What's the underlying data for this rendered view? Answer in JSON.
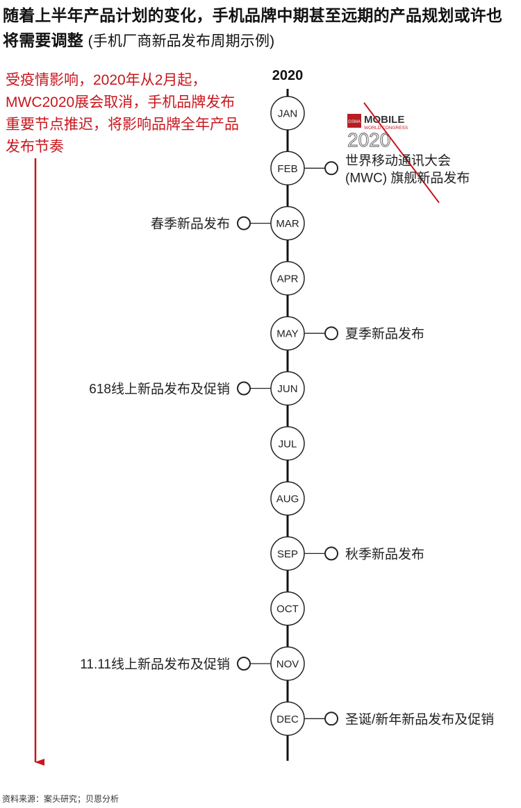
{
  "title": {
    "main": "随着上半年产品计划的变化，手机品牌中期甚至远期的产品规划或许也将需要调整",
    "sub": "(手机厂商新品发布周期示例)"
  },
  "note": "受疫情影响，2020年从2月起，MWC2020展会取消，手机品牌发布重要节点推迟，将影响品牌全年产品发布节奏",
  "year": "2020",
  "mwc_logo": {
    "line1": "MOBILE",
    "line2": "WORLD CONGRESS",
    "line3": "2020",
    "badge": "GSMA",
    "crossed_out": true
  },
  "months": [
    "JAN",
    "FEB",
    "MAR",
    "APR",
    "MAY",
    "JUN",
    "JUL",
    "AUG",
    "SEP",
    "OCT",
    "NOV",
    "DEC"
  ],
  "events": [
    {
      "month": "FEB",
      "side": "right",
      "lines": [
        "世界移动通讯大会",
        "(MWC) 旗舰新品发布"
      ]
    },
    {
      "month": "MAR",
      "side": "left",
      "lines": [
        "春季新品发布"
      ]
    },
    {
      "month": "MAY",
      "side": "right",
      "lines": [
        "夏季新品发布"
      ]
    },
    {
      "month": "JUN",
      "side": "left",
      "lines": [
        "618线上新品发布及促销"
      ]
    },
    {
      "month": "SEP",
      "side": "right",
      "lines": [
        "秋季新品发布"
      ]
    },
    {
      "month": "NOV",
      "side": "left",
      "lines": [
        "11.11线上新品发布及促销"
      ]
    },
    {
      "month": "DEC",
      "side": "right",
      "lines": [
        "圣诞/新年新品发布及促销"
      ]
    }
  ],
  "colors": {
    "accent_red": "#c8161d",
    "line": "#111111",
    "circle_stroke": "#222222"
  },
  "source": "资料来源：案头研究；贝恩分析"
}
